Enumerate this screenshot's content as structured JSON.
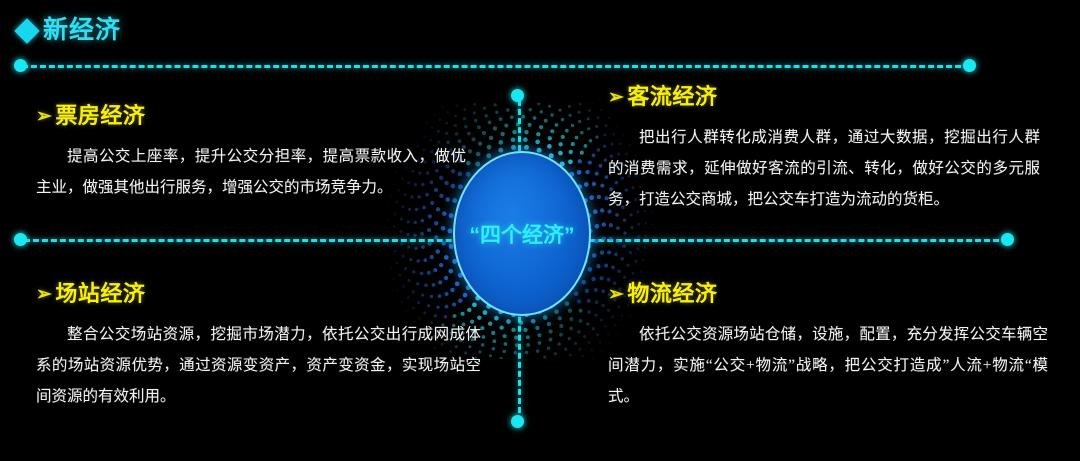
{
  "header": {
    "diamond_icon": "diamond-icon",
    "title": "新经济"
  },
  "center": {
    "label": "“四个经济”"
  },
  "colors": {
    "background": "#000000",
    "accent_cyan": "#18e0ec",
    "accent_blue": "#0e63cf",
    "heading_yellow": "#f7ef10",
    "body_text": "#f2f2f2"
  },
  "blocks": [
    {
      "id": "piaofang",
      "bullet": "➢",
      "title": "票房经济",
      "body": "提高公交上座率，提升公交分担率，提高票款收入，做优主业，做强其他出行服务，增强公交的市场竞争力。"
    },
    {
      "id": "keliu",
      "bullet": "➢",
      "title": "客流经济",
      "body": "把出行人群转化成消费人群，通过大数据，挖掘出行人群的消费需求，延伸做好客流的引流、转化，做好公交的多元服务，打造公交商城，把公交车打造为流动的货柜。"
    },
    {
      "id": "changzhan",
      "bullet": "➢",
      "title": "场站经济",
      "body": "整合公交场站资源，挖掘市场潜力，依托公交出行成网成体系的场站资源优势，通过资源变资产，资产变资金，实现场站空间资源的有效利用。"
    },
    {
      "id": "wuliu",
      "bullet": "➢",
      "title": "物流经济",
      "body": "依托公交资源场站仓储，设施，配置，充分发挥公交车辆空间潜力，实施“公交+物流”战略，把公交打造成”人流+物流“模式。"
    }
  ]
}
